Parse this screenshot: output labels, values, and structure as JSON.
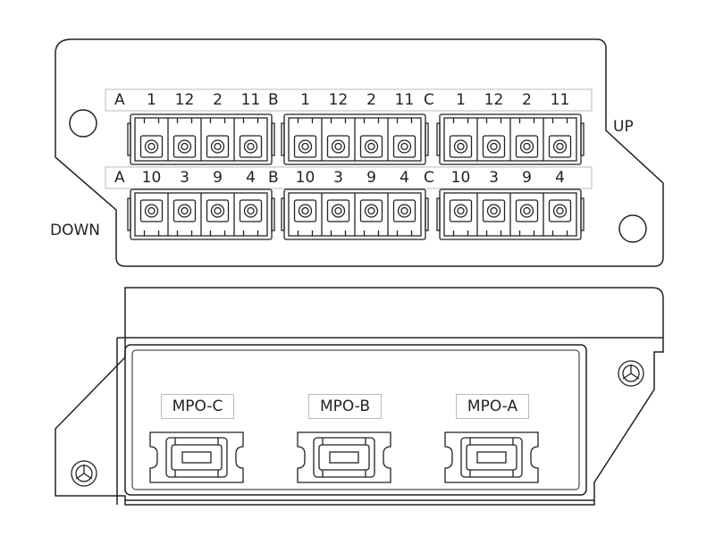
{
  "up_label": "UP",
  "down_label": "DOWN",
  "top_row": {
    "groups": [
      {
        "letter": "A",
        "ports": [
          "1",
          "12",
          "2",
          "11"
        ]
      },
      {
        "letter": "B",
        "ports": [
          "1",
          "12",
          "2",
          "11"
        ]
      },
      {
        "letter": "C",
        "ports": [
          "1",
          "12",
          "2",
          "11"
        ]
      }
    ]
  },
  "bottom_row": {
    "groups": [
      {
        "letter": "A",
        "ports": [
          "10",
          "3",
          "9",
          "4"
        ]
      },
      {
        "letter": "B",
        "ports": [
          "10",
          "3",
          "9",
          "4"
        ]
      },
      {
        "letter": "C",
        "ports": [
          "10",
          "3",
          "9",
          "4"
        ]
      }
    ]
  },
  "mpo_ports": [
    {
      "label": "MPO-C"
    },
    {
      "label": "MPO-B"
    },
    {
      "label": "MPO-A"
    }
  ],
  "colors": {
    "stroke": "#222222",
    "label_border": "#bbbbbb"
  }
}
